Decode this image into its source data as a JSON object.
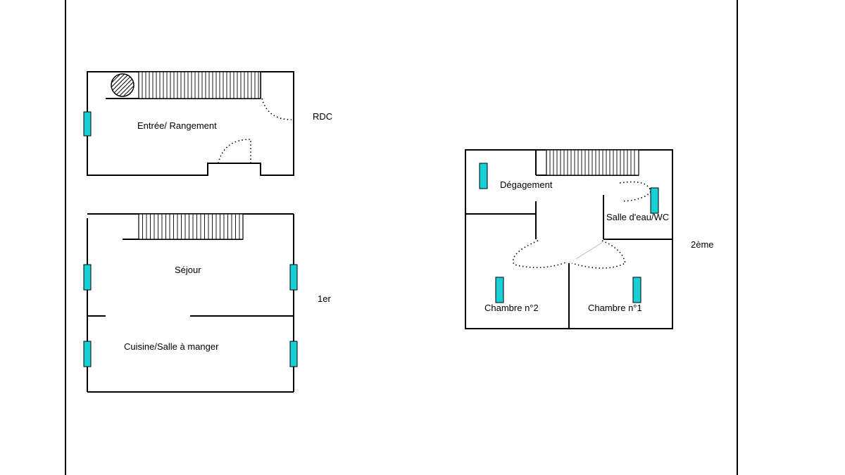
{
  "floors": {
    "ground": {
      "label": "RDC",
      "rooms": {
        "entry": "Entrée/ Rangement"
      }
    },
    "first": {
      "label": "1er",
      "rooms": {
        "living": "Séjour",
        "kitchen": "Cuisine/Salle à manger"
      }
    },
    "second": {
      "label": "2ème",
      "rooms": {
        "landing": "Dégagement",
        "bathroom": "Salle d'eau/WC",
        "bedroom2": "Chambre n°2",
        "bedroom1": "Chambre n°1"
      }
    }
  },
  "colors": {
    "radiator": "#19cfd6",
    "walls": "#000000",
    "background": "#ffffff"
  },
  "icons": {
    "stair": "stair-steps-icon",
    "radiator": "radiator-icon",
    "door": "door-swing-icon",
    "stair-well": "stair-well-icon"
  }
}
